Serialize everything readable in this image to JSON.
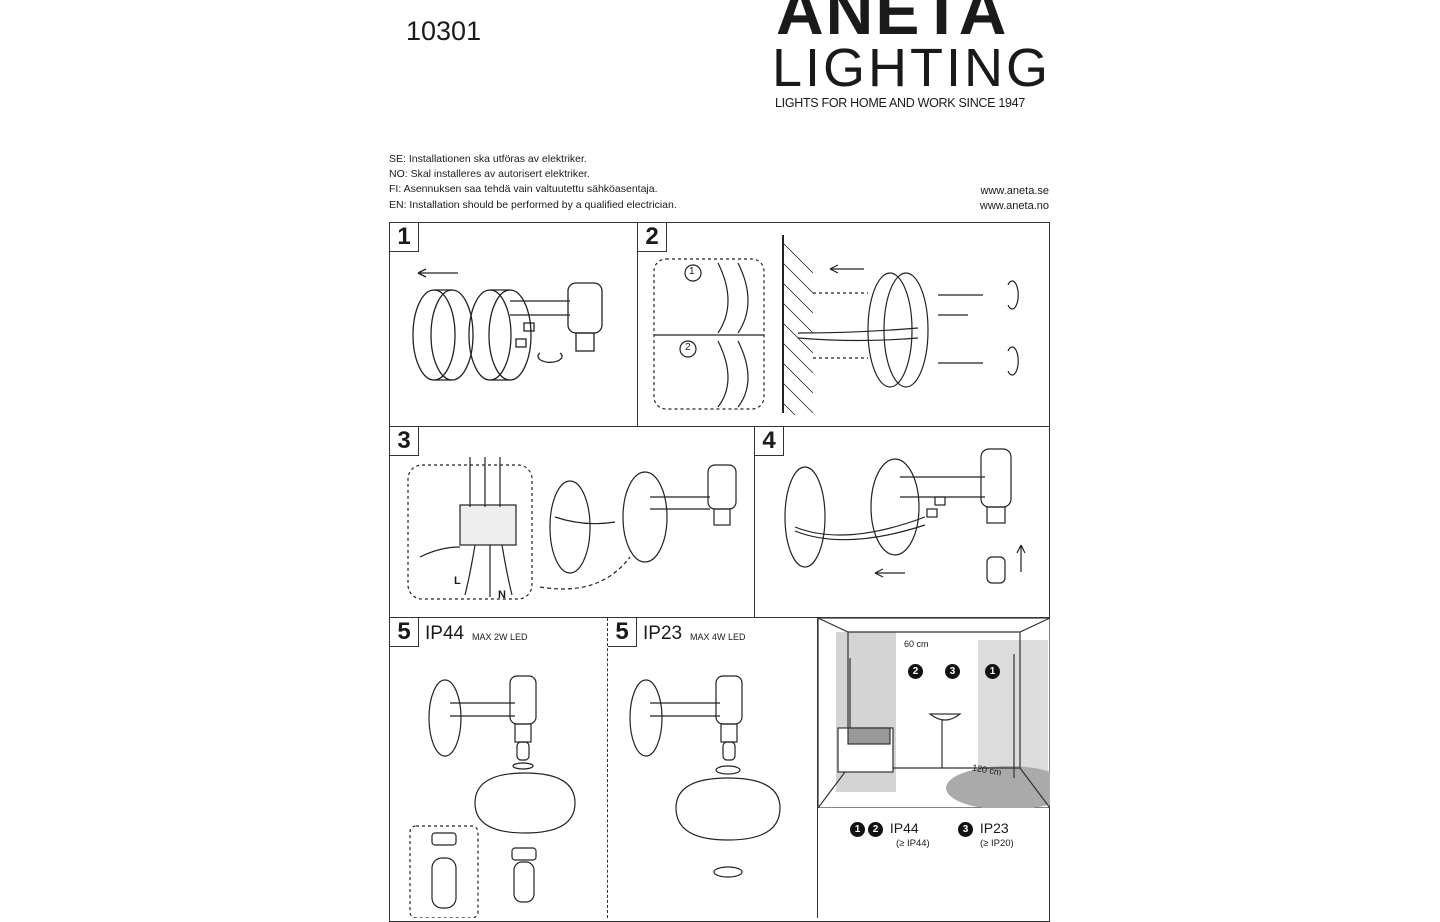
{
  "header": {
    "model_number": "10301",
    "logo_brand": "ANETA",
    "logo_sub": "LIGHTING",
    "tagline": "LIGHTS FOR HOME AND WORK SINCE 1947"
  },
  "notes": [
    "SE: Installationen ska utföras av elektriker.",
    "NO: Skal installeres av autorisert elektriker.",
    "FI:  Asennuksen saa tehdä vain valtuutettu sähköasentaja.",
    "EN: Installation should be performed by a qualified electrician."
  ],
  "links": [
    "www.aneta.se",
    "www.aneta.no"
  ],
  "steps": {
    "s1": "1",
    "s2": "2",
    "s2_sub1": "1",
    "s2_sub2": "2",
    "s3": "3",
    "s3_live": "L",
    "s3_neutral": "N",
    "s4": "4",
    "s5a": "5",
    "s5a_ip": "IP44",
    "s5a_max": "MAX 2W LED",
    "s5b": "5",
    "s5b_ip": "IP23",
    "s5b_max": "MAX 4W LED"
  },
  "bathroom": {
    "dist_60": "60 cm",
    "dist_120": "120 cm",
    "zone_1": "1",
    "zone_2": "2",
    "zone_3": "3",
    "legend_a_ip": "IP44",
    "legend_a_min": "(≥ IP44)",
    "legend_b_ip": "IP23",
    "legend_b_min": "(≥ IP20)"
  }
}
